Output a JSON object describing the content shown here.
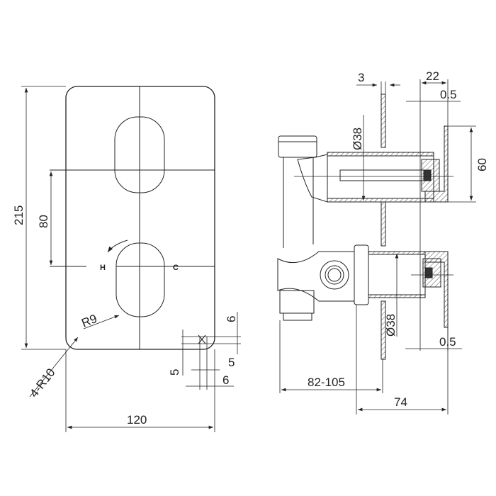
{
  "front_view": {
    "height_dim": "215",
    "spacing_dim": "80",
    "width_dim": "120",
    "corner_radius": "4-R10",
    "oval_radius": "R9",
    "hot_label": "H",
    "cold_label": "C",
    "detail_dims": [
      "6",
      "5",
      "5",
      "6"
    ]
  },
  "side_view": {
    "wall_thickness": "3",
    "plate_depth": "22",
    "gap_top": "0.5",
    "gap_bottom": "0.5",
    "housing_height": "60",
    "diameter_top": "Ø38",
    "diameter_bottom": "Ø38",
    "install_depth": "82-105",
    "projection": "74"
  }
}
